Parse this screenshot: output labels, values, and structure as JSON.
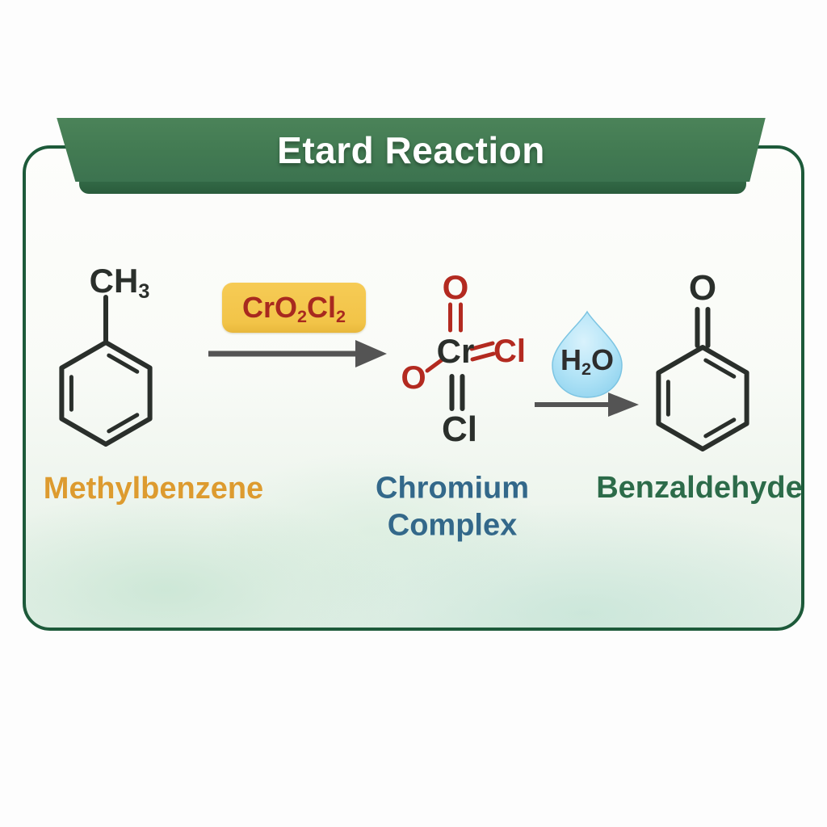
{
  "banner": {
    "title": "Etard Reaction"
  },
  "reaction": {
    "reactant": {
      "substituent": {
        "base": "CH",
        "sub": "3"
      },
      "label": "Methylbenzene"
    },
    "step1": {
      "reagent": {
        "p1": "CrO",
        "s1": "2",
        "p2": "Cl",
        "s2": "2"
      }
    },
    "intermediate": {
      "top_atom": "O",
      "center_atom": "Cr",
      "right_atom": "Cl",
      "left_atom": "O",
      "bottom_atom": "Cl",
      "label": "Chromium Complex"
    },
    "step2": {
      "reagent": {
        "p1": "H",
        "s1": "2",
        "p2": "O"
      }
    },
    "product": {
      "top_atom": "O",
      "label": "Benzaldehyde"
    }
  },
  "icons": {
    "water_droplet": "water-droplet-icon",
    "arrow_step1": "arrow-right-icon",
    "arrow_step2": "arrow-right-icon"
  },
  "colors": {
    "banner_green": "#427a52",
    "banner_edge_green": "#2a5c3c",
    "panel_border_green": "#1d5a3a",
    "panel_tint_green": "#e3f0e7",
    "reagent_box_yellow": "#f2c448",
    "reagent_text_red": "#a8291f",
    "bond_red": "#b32a20",
    "structure_dark": "#2a2f2b",
    "arrow_gray": "#545454",
    "droplet_blue": "#a9def4",
    "label_orange": "#dd9b2f",
    "label_blue": "#33688a",
    "label_green": "#2c6b49"
  }
}
